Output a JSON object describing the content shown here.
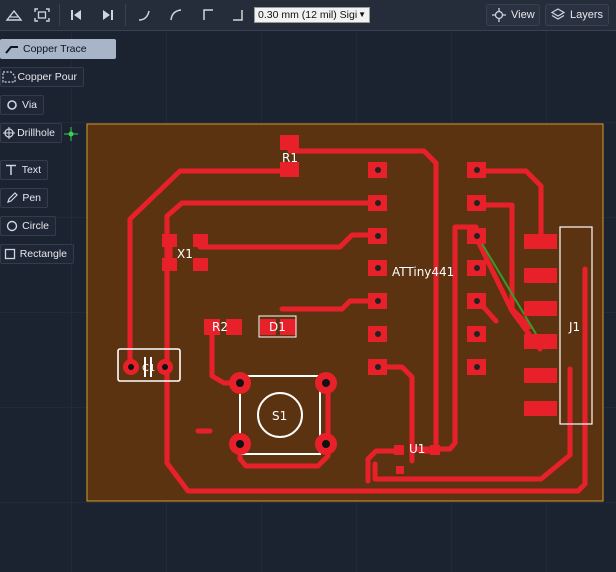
{
  "toolbar": {
    "trace_width": "0.30 mm (12 mil) Sigi",
    "view_label": "View",
    "layers_label": "Layers"
  },
  "tools": [
    {
      "label": "Copper Trace",
      "icon": "trace-icon",
      "active": true
    },
    {
      "label": "Copper Pour",
      "icon": "pour-icon",
      "active": false
    },
    {
      "label": "Via",
      "icon": "via-icon",
      "active": false
    },
    {
      "label": "Drillhole",
      "icon": "drillhole-icon",
      "active": false
    },
    {
      "label": "Text",
      "icon": "text-icon",
      "active": false
    },
    {
      "label": "Pen",
      "icon": "pen-icon",
      "active": false
    },
    {
      "label": "Circle",
      "icon": "circle-icon",
      "active": false
    },
    {
      "label": "Rectangle",
      "icon": "rectangle-icon",
      "active": false
    }
  ],
  "board": {
    "labels": {
      "r1": "R1",
      "x1": "X1",
      "r2": "R2",
      "d1": "D1",
      "s1": "S1",
      "u1": "U1",
      "j1": "J1",
      "attiny": "ATTiny441",
      "c1": "C1"
    },
    "colors": {
      "copper": "#e8202a",
      "board": "#5b3311",
      "outline": "#d79a2b",
      "silk": "#ffffff",
      "ratsnest": "#3a9a2a"
    }
  }
}
